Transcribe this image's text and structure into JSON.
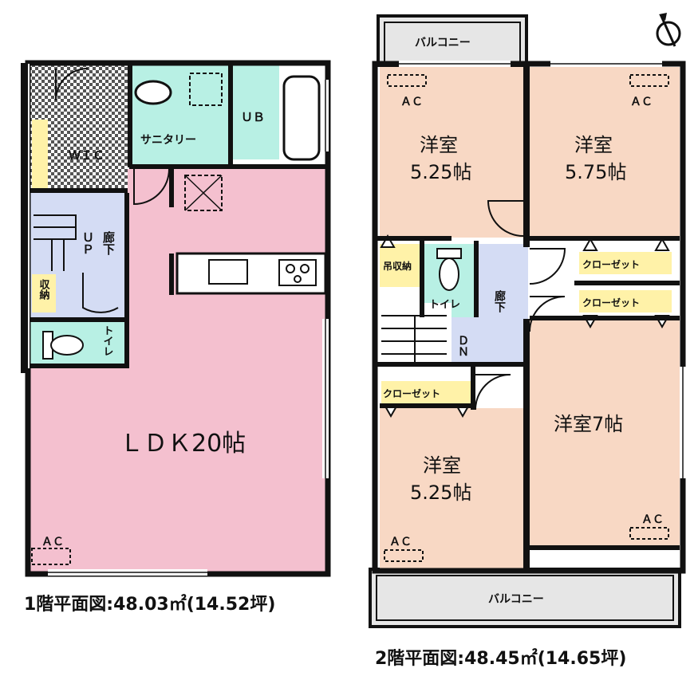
{
  "floor1": {
    "caption": "1階平面図:48.03㎡(14.52坪)",
    "rooms": {
      "ldk": "ＬＤＫ20帖",
      "sanitary": "サニタリー",
      "ub": "ＵＢ",
      "wic": "ＷＩＣ",
      "hall": "廊下",
      "up": "ＵＰ",
      "storage": "収納",
      "toilet": "トイレ",
      "ac": "ＡＣ"
    }
  },
  "floor2": {
    "caption": "2階平面図:48.45㎡(14.65坪)",
    "rooms": {
      "western1": "洋室",
      "western1_size": "5.25帖",
      "western2": "洋室",
      "western2_size": "5.75帖",
      "western3": "洋室",
      "western3_size": "5.25帖",
      "western4": "洋室7帖",
      "balcony_top": "バルコニー",
      "balcony_bottom": "バルコニー",
      "closet1": "クローゼット",
      "closet2": "クローゼット",
      "closet3": "クローゼット",
      "hanging_storage": "吊収納",
      "toilet": "トイレ",
      "hall": "廊下",
      "dn": "ＤＮ",
      "ac1": "ＡＣ",
      "ac2": "ＡＣ",
      "ac3": "ＡＣ",
      "ac4": "ＡＣ"
    }
  },
  "compass": {
    "icon": "north-arrow-icon"
  },
  "colors": {
    "ldk": "#f4c0cf",
    "western": "#f8d8c4",
    "wet": "#b8f0e4",
    "hall": "#d4dcf4",
    "closet": "#fff2a8",
    "wic": "#cfd0d0",
    "balcony": "#e6e6e6",
    "wall": "#111111"
  }
}
